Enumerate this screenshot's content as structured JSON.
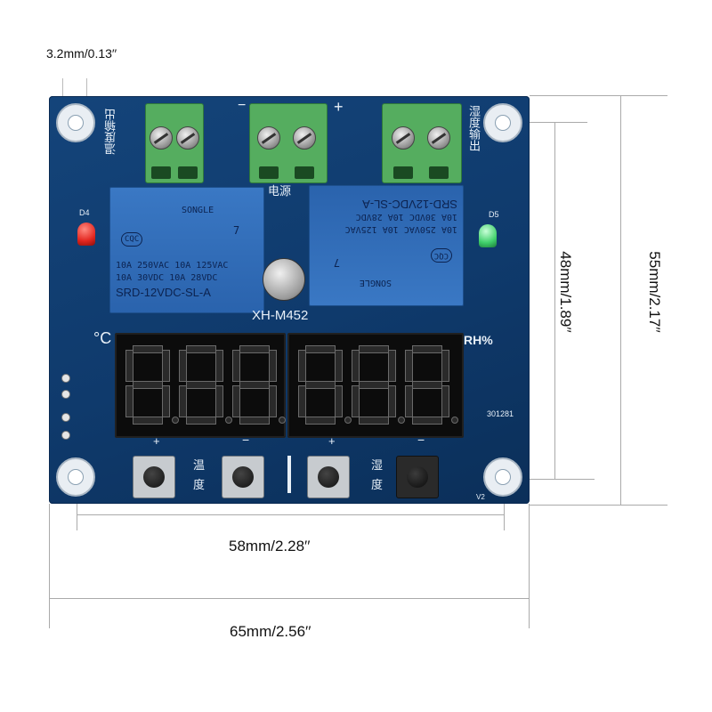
{
  "dimensions": {
    "hole": "3.2mm/0.13′′",
    "holes_width": "58mm/2.28′′",
    "board_width": "65mm/2.56′′",
    "holes_height": "48mm/1.89′′",
    "board_height": "55mm/2.17′′"
  },
  "board": {
    "model": "XH-M452",
    "power_label": "电源",
    "minus": "−",
    "plus": "+",
    "left_terminal_label": "温度输出",
    "right_terminal_label": "湿度输出",
    "led_left_label": "D4",
    "led_right_label": "D5",
    "celsius": "°C",
    "humidity": "RH%",
    "serial": "301281",
    "v2": "V2",
    "temp_label_1": "温",
    "temp_label_2": "度",
    "humid_label_1": "湿",
    "humid_label_2": "度",
    "btn_plus": "+",
    "btn_minus": "−",
    "digits": [
      "8.",
      "8.",
      "8.",
      "8.",
      "8.",
      "8."
    ]
  },
  "relay_left": {
    "brand": "SONGLE",
    "line1": "10A 250VAC  10A 125VAC",
    "line2": "10A  30VDC  10A  28VDC",
    "model": "SRD-12VDC-SL-A",
    "cqc": "CQC",
    "seven": "7"
  },
  "relay_right": {
    "brand": "SONGLE",
    "line1": "10A 250VAC  10A 125VAC",
    "line2": "10A  30VDC  10A  28VDC",
    "model": "SRD-12VDC-SL-A",
    "cqc": "CQC",
    "seven": "7"
  },
  "colors": {
    "board": "#14447a",
    "terminal": "#55ad5f",
    "relay": "#2a63ad",
    "led_red": "#e3261f",
    "led_green": "#3fcf6a"
  }
}
